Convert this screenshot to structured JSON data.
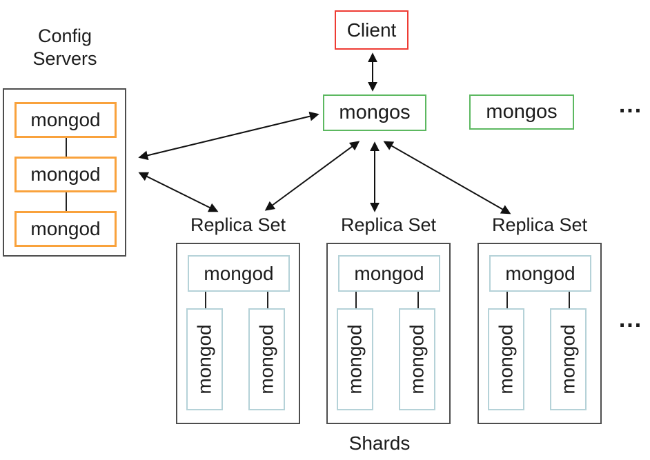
{
  "client": {
    "label": "Client"
  },
  "routers": {
    "primary": {
      "label": "mongos"
    },
    "secondary": {
      "label": "mongos"
    },
    "ellipsis": "..."
  },
  "config_servers": {
    "title": "Config Servers",
    "nodes": [
      "mongod",
      "mongod",
      "mongod"
    ]
  },
  "replica_sets": [
    {
      "label": "Replica Set",
      "primary": "mongod",
      "secondaries": [
        "mongod",
        "mongod"
      ]
    },
    {
      "label": "Replica Set",
      "primary": "mongod",
      "secondaries": [
        "mongod",
        "mongod"
      ]
    },
    {
      "label": "Replica Set",
      "primary": "mongod",
      "secondaries": [
        "mongod",
        "mongod"
      ]
    }
  ],
  "shards": {
    "label": "Shards",
    "ellipsis": "..."
  },
  "colors": {
    "client_border": "#ee3b33",
    "mongos_border": "#5cb860",
    "config_node_border": "#f9a23c",
    "shard_node_border": "#b5d2d8",
    "container_border": "#4d4d4d",
    "arrow": "#111111"
  },
  "connections": [
    {
      "from": "client",
      "to": "mongos-router-1",
      "bidirectional": true
    },
    {
      "from": "mongos-router-1",
      "to": "config-servers",
      "bidirectional": true
    },
    {
      "from": "config-servers",
      "to": "replica-set-1",
      "bidirectional": true
    },
    {
      "from": "mongos-router-1",
      "to": "replica-set-1",
      "bidirectional": true
    },
    {
      "from": "mongos-router-1",
      "to": "replica-set-2",
      "bidirectional": true
    },
    {
      "from": "mongos-router-1",
      "to": "replica-set-3",
      "bidirectional": true
    }
  ]
}
